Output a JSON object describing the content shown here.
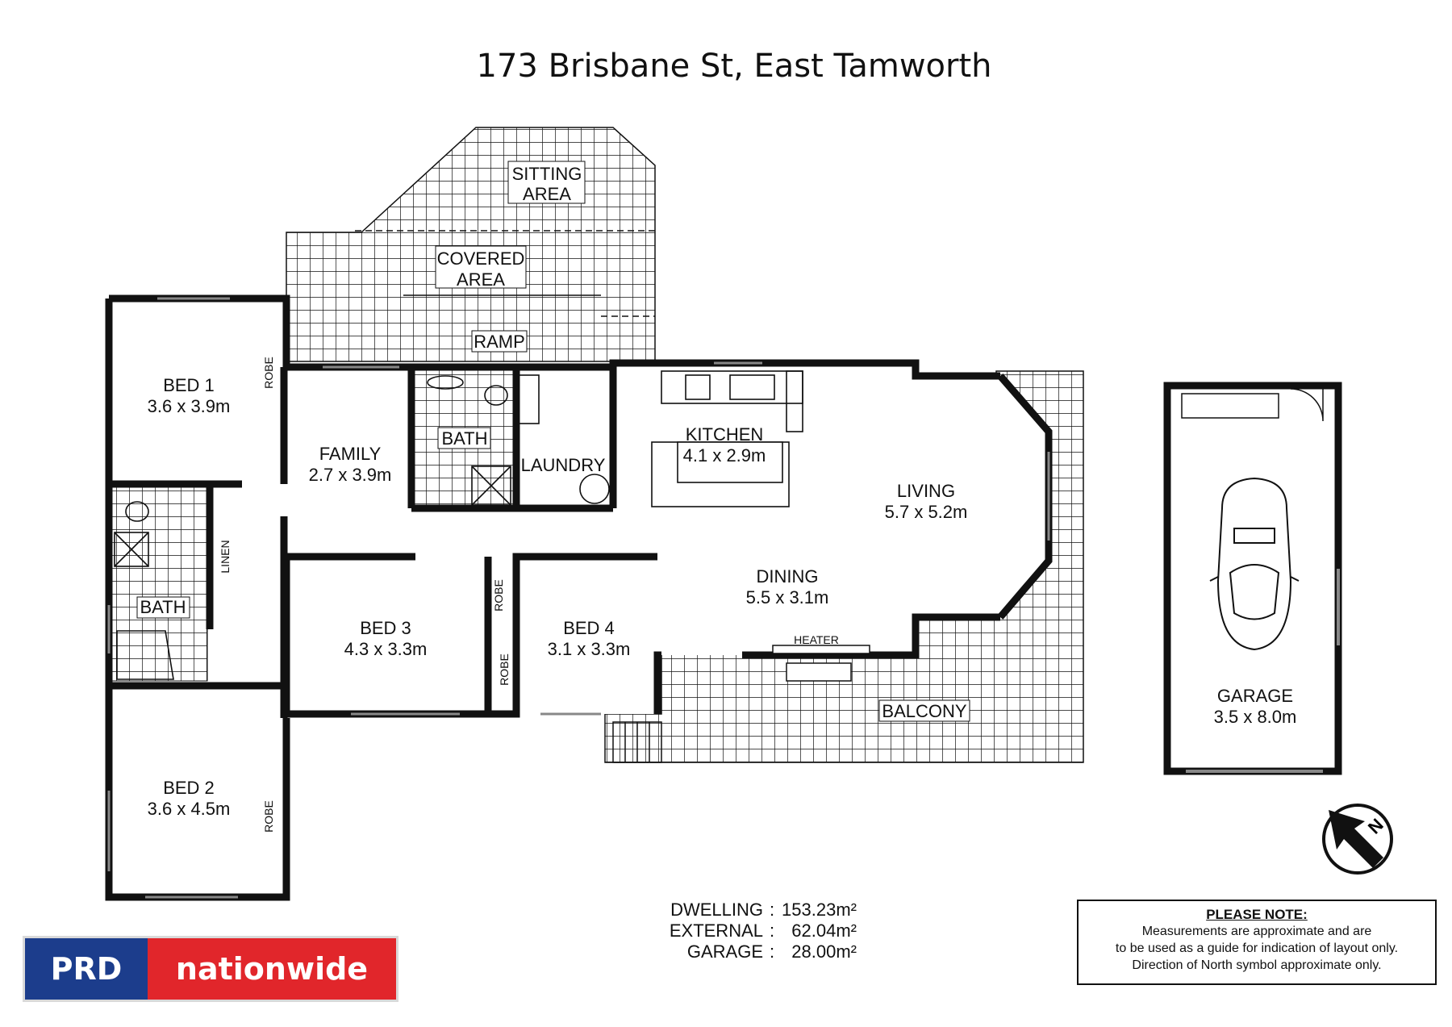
{
  "title": "173 Brisbane St, East Tamworth",
  "rooms": {
    "sitting": [
      "SITTING",
      "AREA"
    ],
    "covered": [
      "COVERED",
      "AREA"
    ],
    "ramp": "RAMP",
    "bed1": [
      "BED 1",
      "3.6 x 3.9m"
    ],
    "bed2": [
      "BED 2",
      "3.6 x 4.5m"
    ],
    "bed3": [
      "BED 3",
      "4.3 x 3.3m"
    ],
    "bed4": [
      "BED 4",
      "3.1 x 3.3m"
    ],
    "family": [
      "FAMILY",
      "2.7 x 3.9m"
    ],
    "kitchen": [
      "KITCHEN",
      "4.1 x 2.9m"
    ],
    "living": [
      "LIVING",
      "5.7 x 5.2m"
    ],
    "dining": [
      "DINING",
      "5.5 x 3.1m"
    ],
    "garage": [
      "GARAGE",
      "3.5 x 8.0m"
    ],
    "bath_top": "BATH",
    "bath_left": "BATH",
    "laundry": "LAUNDRY",
    "linen": "LINEN",
    "robe": "ROBE",
    "heater": "HEATER",
    "balcony": "BALCONY"
  },
  "areas": [
    {
      "label": "DWELLING",
      "value": "153.23m²"
    },
    {
      "label": "EXTERNAL",
      "value": "62.04m²"
    },
    {
      "label": "GARAGE",
      "value": "28.00m²"
    }
  ],
  "note": {
    "heading": "PLEASE NOTE:",
    "lines": [
      "Measurements are approximate and are",
      "to be used as a guide for indication of layout only.",
      "Direction of North symbol approximate only."
    ]
  },
  "compass_letter": "N",
  "logo": {
    "left": "PRD",
    "right": "nationwide",
    "left_color": "#1c3d8c",
    "right_color": "#e1262b"
  }
}
